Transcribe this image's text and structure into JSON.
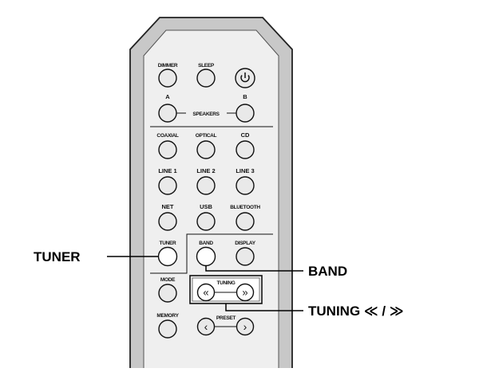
{
  "remote": {
    "colors": {
      "body": "#c8c8c8",
      "button": "#e9e9e9",
      "highlight": "#ffffff",
      "outline": "#111111"
    },
    "buttons": {
      "dimmer": "DIMMER",
      "sleep": "SLEEP",
      "power_icon": "power-icon",
      "speaker_a": "A",
      "speakers": "SPEAKERS",
      "speaker_b": "B",
      "coaxial": "COAXIAL",
      "optical": "OPTICAL",
      "cd": "CD",
      "line1": "LINE 1",
      "line2": "LINE 2",
      "line3": "LINE 3",
      "net": "NET",
      "usb": "USB",
      "bluetooth": "BLUETOOTH",
      "tuner": "TUNER",
      "band": "BAND",
      "display": "DISPLAY",
      "mode": "MODE",
      "tuning": "TUNING",
      "tuning_down": "«",
      "tuning_up": "»",
      "memory": "MEMORY",
      "preset": "PRESET",
      "preset_down": "‹",
      "preset_up": "›"
    }
  },
  "callouts": {
    "tuner": "TUNER",
    "band": "BAND",
    "tuning": "TUNING ≪ / ≫"
  }
}
